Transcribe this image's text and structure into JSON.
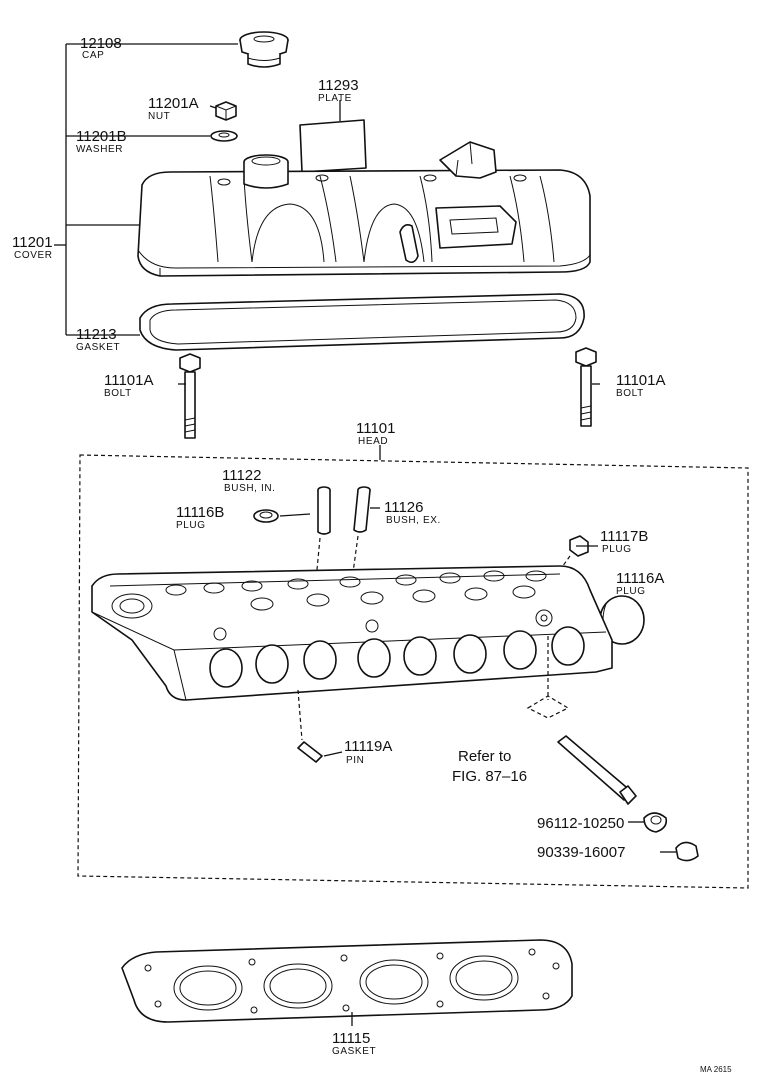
{
  "labels": {
    "cap": {
      "number": "12108",
      "name": "CAP"
    },
    "nut": {
      "number": "11201A",
      "name": "NUT"
    },
    "plate": {
      "number": "11293",
      "name": "PLATE"
    },
    "washer": {
      "number": "11201B",
      "name": "WASHER"
    },
    "cover": {
      "number": "11201",
      "name": "COVER"
    },
    "cover_gasket": {
      "number": "11213",
      "name": "GASKET"
    },
    "bolt_left": {
      "number": "11101A",
      "name": "BOLT"
    },
    "bolt_right": {
      "number": "11101A",
      "name": "BOLT"
    },
    "head": {
      "number": "11101",
      "name": "HEAD"
    },
    "bush_in": {
      "number": "11122",
      "name": "BUSH, IN."
    },
    "plug_b": {
      "number": "11116B",
      "name": "PLUG"
    },
    "bush_ex": {
      "number": "11126",
      "name": "BUSH, EX."
    },
    "plug_11117b": {
      "number": "11117B",
      "name": "PLUG"
    },
    "plug_a": {
      "number": "11116A",
      "name": "PLUG"
    },
    "pin": {
      "number": "11119A",
      "name": "PIN"
    },
    "refer_line1": "Refer to",
    "refer_line2": "FIG. 87–16",
    "part_96112": "96112-10250",
    "part_90339": "90339-16007",
    "head_gasket": {
      "number": "11115",
      "name": "GASKET"
    },
    "page_code": "MA 2615"
  }
}
